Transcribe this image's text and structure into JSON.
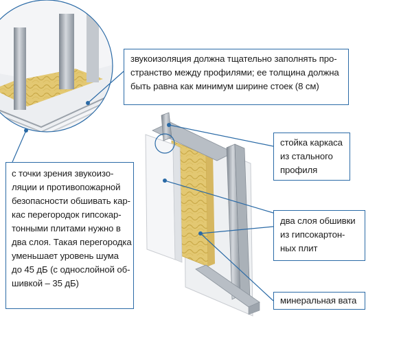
{
  "callouts": {
    "top": {
      "lines": [
        "звукоизоляция должна тщательно заполнять про-",
        "странство между профилями; ее толщина должна",
        "быть равна как минимум ширине стоек (8 см)"
      ]
    },
    "left": {
      "lines": [
        "с точки зрения звукоизо-",
        "ляции и противопожарной",
        "безопасности обшивать кар-",
        "кас перегородок гипсокар-",
        "тонными плитами нужно в",
        "два слоя. Такая перегородка",
        "уменьшает уровень шума",
        "до 45 дБ (с однослойной об-",
        "шивкой – 35 дБ)"
      ]
    },
    "stud": {
      "lines": [
        "стойка каркаса",
        "из стального",
        "профиля"
      ]
    },
    "board": {
      "lines": [
        "два слоя обшивки",
        "из гипсокартон-",
        "ных плит"
      ]
    },
    "wool": {
      "lines": [
        "минеральная вата"
      ]
    }
  },
  "colors": {
    "leader": "#2a6aa6",
    "board": "#f1f2f4",
    "board_edge": "#c9ccd1",
    "steel": "#9ea5ad",
    "insulation": "#e3c872"
  }
}
